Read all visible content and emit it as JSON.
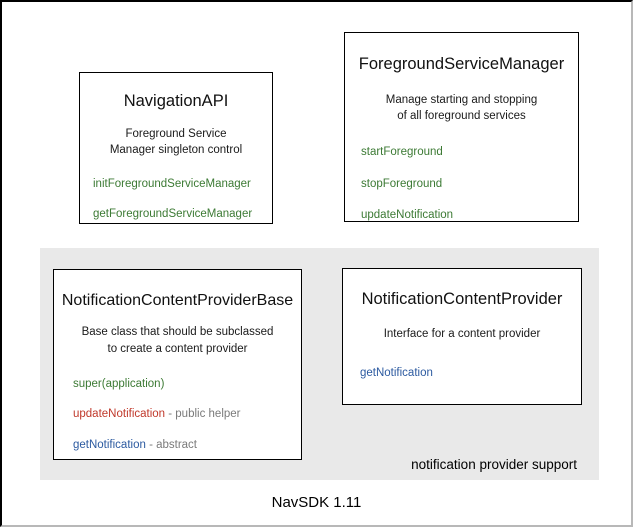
{
  "diagram": {
    "footer_title": "NavSDK 1.11",
    "group_region": {
      "label": "notification provider support",
      "background": "#e9e9e9"
    },
    "colors": {
      "method_green": "#3c7a34",
      "method_red": "#c0392b",
      "method_blue": "#2c5aa0",
      "annotation_gray": "#7a7a7a",
      "box_border": "#000000",
      "box_fill": "#ffffff",
      "canvas": "#ffffff"
    },
    "boxes": [
      {
        "id": "navigation-api",
        "title": "NavigationAPI",
        "description_line1": "Foreground Service",
        "description_line2": "Manager singleton control",
        "members": [
          {
            "name": "initForegroundServiceManager",
            "color": "green",
            "note": ""
          },
          {
            "name": "getForegroundServiceManager",
            "color": "green",
            "note": ""
          }
        ]
      },
      {
        "id": "foreground-service-manager",
        "title": "ForegroundServiceManager",
        "description_line1": "Manage starting and stopping",
        "description_line2": "of all foreground services",
        "members": [
          {
            "name": "startForeground",
            "color": "green",
            "note": ""
          },
          {
            "name": "stopForeground",
            "color": "green",
            "note": ""
          },
          {
            "name": "updateNotification",
            "color": "green",
            "note": ""
          }
        ]
      },
      {
        "id": "notification-content-provider-base",
        "title": "NotificationContentProviderBase",
        "description_line1": "Base class that should be subclassed",
        "description_line2": "to create a content provider",
        "members": [
          {
            "name": "super(application)",
            "color": "green",
            "note": ""
          },
          {
            "name": "updateNotification",
            "color": "red",
            "note": " - public helper"
          },
          {
            "name": "getNotification",
            "color": "blue",
            "note": " - abstract"
          }
        ]
      },
      {
        "id": "notification-content-provider",
        "title": "NotificationContentProvider",
        "description_line1": "Interface for a content provider",
        "description_line2": "",
        "members": [
          {
            "name": "getNotification",
            "color": "blue",
            "note": ""
          }
        ]
      }
    ]
  }
}
